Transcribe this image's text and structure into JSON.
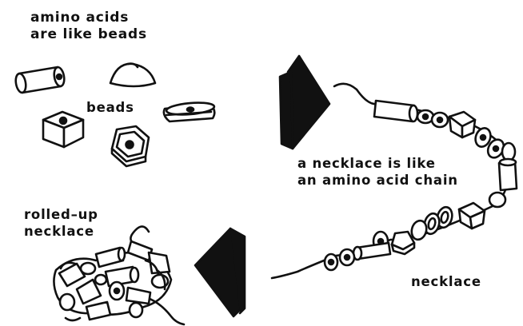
{
  "labels": {
    "intro": [
      "amino acids",
      "are like beads"
    ],
    "beads": "beads",
    "comparison": [
      "a necklace is like",
      "an amino acid chain"
    ],
    "rolled": [
      "rolled–up",
      "necklace"
    ],
    "necklace": "necklace"
  },
  "colors": {
    "ink": "#111111",
    "background": "#ffffff"
  },
  "icons": {
    "beads": [
      "cylinder-bead-icon",
      "dome-bead-icon",
      "cube-bead-icon",
      "disc-bead-icon",
      "hexagon-bead-icon"
    ],
    "arrows": [
      "right-arrow-icon",
      "left-arrow-icon"
    ]
  }
}
